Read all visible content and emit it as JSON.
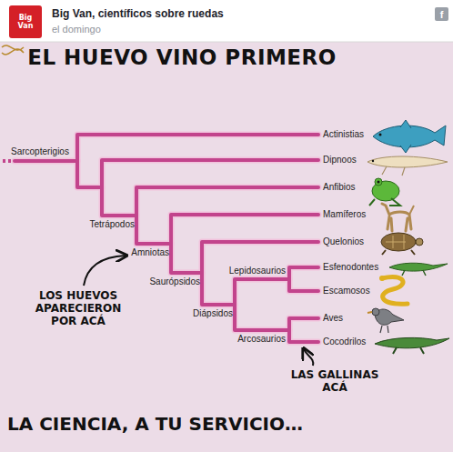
{
  "diagram": {
    "title": "EL HUEVO VINO PRIMERO",
    "caption": "LA CIENCIA, A TU SERVICIO…",
    "labels": [
      "Big Van",
      "Big Van, científicos sobre ruedas",
      "el domingo",
      "f",
      "Sarcopterigios",
      "Actinistias",
      "Dipnoos",
      "Anfibios",
      "Mamíferos",
      "Quelonios",
      "Esfenodontes",
      "Escamosos",
      "Aves",
      "Cocodrilos",
      "Tetrápodos",
      "Amniotas",
      "Saurópsidos",
      "Diápsidos",
      "Lepidosaurios",
      "Arcosaurios",
      "LOS HUEVOS APARECIERON POR ACÁ",
      "LAS GALLINAS ACÁ"
    ]
  }
}
